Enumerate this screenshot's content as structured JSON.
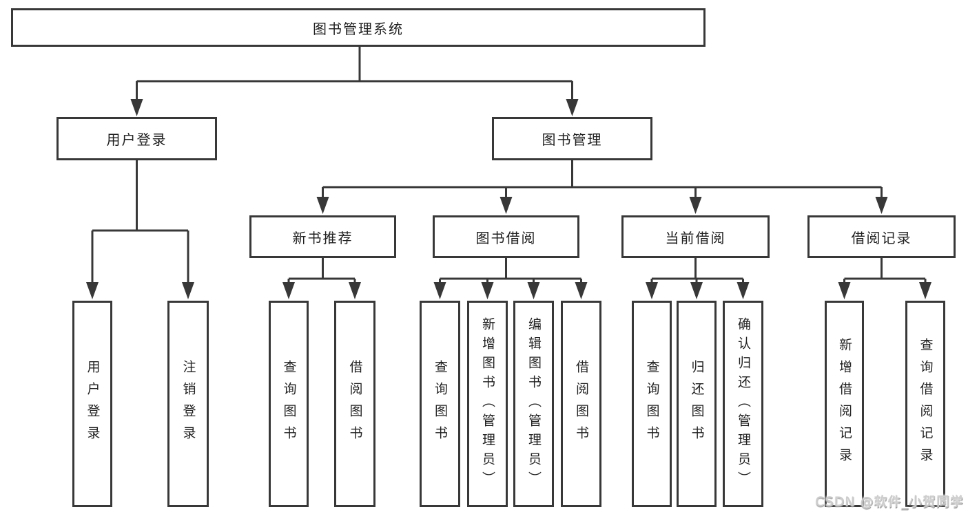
{
  "tree": {
    "root": {
      "label": "图书管理系统"
    },
    "level1": [
      {
        "label": "用户登录"
      },
      {
        "label": "图书管理"
      }
    ],
    "level2": [
      {
        "label": "新书推荐"
      },
      {
        "label": "图书借阅"
      },
      {
        "label": "当前借阅"
      },
      {
        "label": "借阅记录"
      }
    ],
    "leaves": {
      "user": [
        "用户登录",
        "注销登录"
      ],
      "recommend": [
        "查询图书",
        "借阅图书"
      ],
      "borrow": [
        "查询图书",
        "新增图书（管理员）",
        "编辑图书（管理员）",
        "借阅图书"
      ],
      "current": [
        "查询图书",
        "归还图书",
        "确认归还（管理员）"
      ],
      "records": [
        "新增借阅记录",
        "查询借阅记录"
      ]
    }
  },
  "watermark": {
    "text": "CSDN @软件_小贺同学"
  },
  "colors": {
    "line": "#383838",
    "text": "#212121",
    "background": "#ffffff",
    "watermark": "#cccccc"
  }
}
